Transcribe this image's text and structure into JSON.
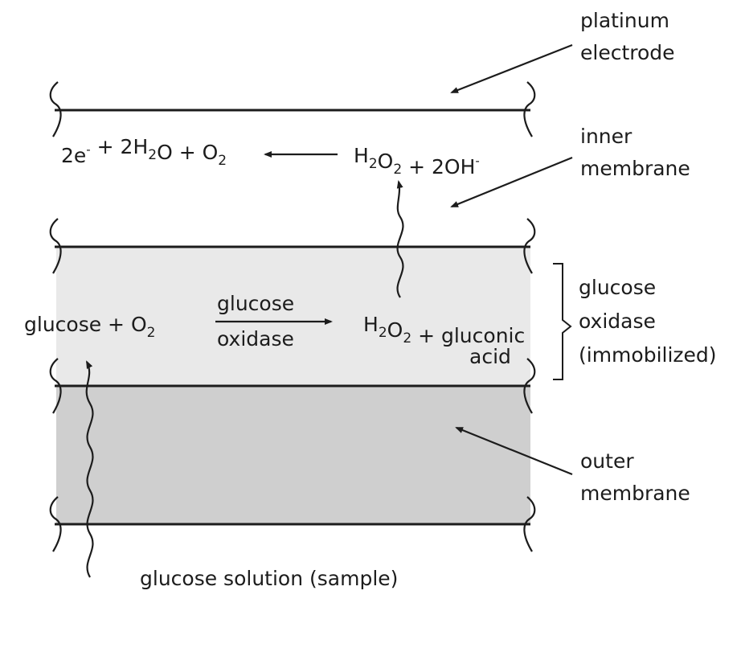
{
  "labels": {
    "platinum_electrode": [
      "platinum",
      "electrode"
    ],
    "inner_membrane": [
      "inner",
      "membrane"
    ],
    "glucose_oxidase": [
      "glucose",
      "oxidase",
      "(immobilized)"
    ],
    "outer_membrane": [
      "outer",
      "membrane"
    ],
    "sample": "glucose solution (sample)"
  },
  "reactions": {
    "electrode": {
      "lhs": [
        {
          "t": "2e"
        },
        {
          "t": "-",
          "sup": true
        },
        {
          "t": " + 2H"
        },
        {
          "t": "2",
          "sub": true
        },
        {
          "t": "O + O"
        },
        {
          "t": "2",
          "sub": true
        }
      ],
      "rhs": [
        {
          "t": "H"
        },
        {
          "t": "2",
          "sub": true
        },
        {
          "t": "O"
        },
        {
          "t": "2",
          "sub": true
        },
        {
          "t": " + 2OH"
        },
        {
          "t": "-",
          "sup": true
        }
      ]
    },
    "enzyme": {
      "lhs": [
        {
          "t": "glucose + O"
        },
        {
          "t": "2",
          "sub": true
        }
      ],
      "catalyst": [
        "glucose",
        "oxidase"
      ],
      "rhs": [
        {
          "t": "H"
        },
        {
          "t": "2",
          "sub": true
        },
        {
          "t": "O"
        },
        {
          "t": "2",
          "sub": true
        },
        {
          "t": " + gluconic"
        }
      ],
      "rhs_line2": "acid"
    }
  },
  "colors": {
    "line": "#1c1c1c",
    "enzyme_layer": "#e9e9e9",
    "outer_membrane": "#cfcfcf"
  }
}
